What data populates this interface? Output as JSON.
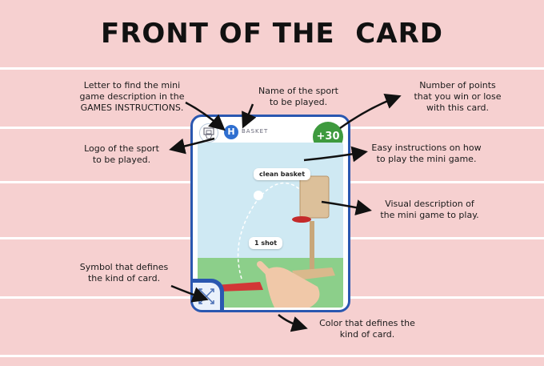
{
  "title": "FRONT OF THE  CARD",
  "annotations": {
    "letter": "Letter to find the mini\ngame description in the\nGAMES INSTRUCTIONS.",
    "sport_name": "Name of the sport\nto be played.",
    "points": "Number of points\nthat you win or lose\nwith this card.",
    "logo": "Logo of the sport\nto be played.",
    "instructions": "Easy instructions on how\nto play the mini game.",
    "visual": "Visual description of\nthe mini game to play.",
    "symbol": "Symbol that defines\nthe kind of card.",
    "color": "Color that defines the\nkind of card."
  },
  "card": {
    "letter": "H",
    "sport": "BASKET",
    "points": "+30",
    "instruction_bubble": "clean basket",
    "shot_bubble": "1 shot",
    "card_color": "#2a57b0",
    "points_color": "#3e9a3e"
  },
  "icons": [
    "basketball-hoop-icon",
    "crossed-arrows-icon"
  ]
}
